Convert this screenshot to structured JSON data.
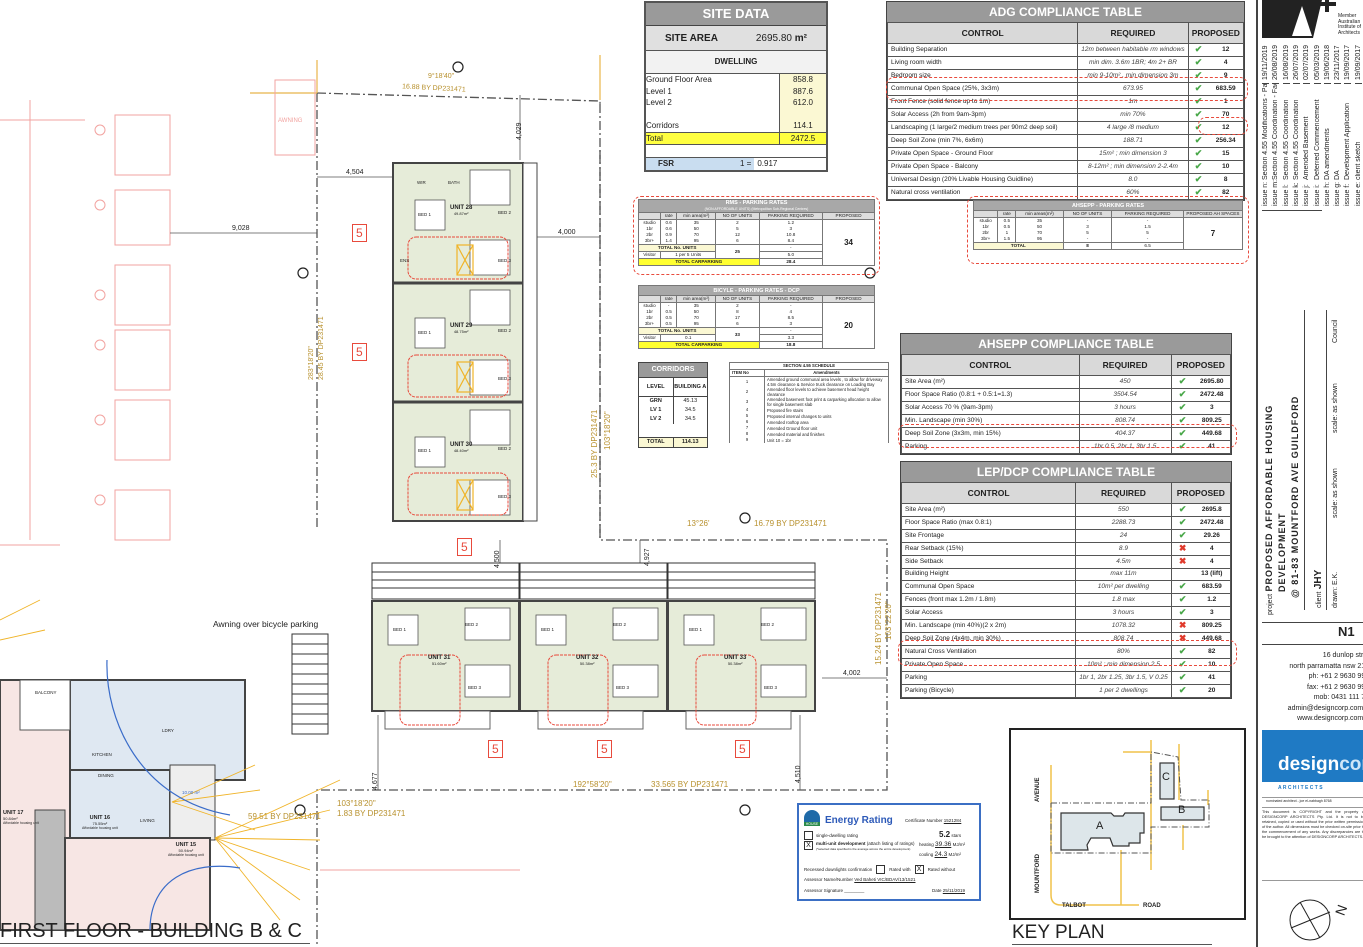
{
  "drawing": {
    "title": "FIRST FLOOR - BUILDING B & C",
    "key_plan_title": "KEY PLAN",
    "annotations": {
      "awning": "Awning over bicycle parking",
      "dim_4504": "4,504",
      "dim_9028": "9,028",
      "dim_4000": "4,000",
      "dim_4029": "4,029",
      "dim_4500": "4,500",
      "dim_4927": "4,927",
      "dim_4002": "4,002",
      "dim_4677": "4,677",
      "dim_4510": "4,510",
      "boundary_top_bearing": "9°18'40\"",
      "boundary_top": "16.88 BY DP231471",
      "boundary_left_bearing": "283°18'20\"",
      "boundary_left": "28.45 BY DP231471",
      "boundary_mid_len": "25.3 BY DP231471",
      "boundary_mid_bearing": "103°18'20\"",
      "boundary_h_bearing": "13°26'",
      "boundary_h": "16.79 BY DP231471",
      "boundary_right_len": "15.24 BY DP231471",
      "boundary_right_bearing": "103°22'20\"",
      "boundary_bottom_bearing": "192°58'20\"",
      "boundary_bottom": "33.565 BY DP231471",
      "boundary_bl_bearing": "103°18'20\"",
      "boundary_bl": "1.83 BY DP231471",
      "boundary_lower_left": "59.51 BY DP231471",
      "revision_tag": "5",
      "awning_label": "AWNING"
    },
    "units": [
      {
        "name": "UNIT 28",
        "area": "49.87m²"
      },
      {
        "name": "UNIT 29",
        "area": "48.75m²"
      },
      {
        "name": "UNIT 30",
        "area": "48.40m²"
      },
      {
        "name": "UNIT 31",
        "area": "51.60m²"
      },
      {
        "name": "UNIT 32",
        "area": "50.38m²"
      },
      {
        "name": "UNIT 33",
        "area": "50.38m²"
      },
      {
        "name": "UNIT 16",
        "area": "75.55m²",
        "note": "Affordable housing unit"
      },
      {
        "name": "UNIT 15",
        "area": "50.94m²",
        "note": "Affordable housing unit"
      },
      {
        "name": "UNIT 17",
        "area": "50.84m²",
        "note": "Affordable housing unit"
      }
    ],
    "rooms": {
      "bed1": "BED 1",
      "bed2": "BED 2",
      "bed3": "BED 3",
      "bath": "BATH",
      "wir": "WIR",
      "ens": "ENS",
      "kitchen": "KITCHEN",
      "dining": "DINING",
      "living": "LIVING",
      "balcony": "BALCONY",
      "lndry": "LDRY",
      "balcony_area": "10.00 m²"
    }
  },
  "site_data": {
    "title": "SITE DATA",
    "site_area_label": "SITE AREA",
    "site_area_value": "2695.80",
    "site_area_unit": "m²",
    "dwelling_label": "DWELLING",
    "rows": [
      {
        "label": "Ground Floor Area",
        "value": "858.8"
      },
      {
        "label": "Level 1",
        "value": "887.6"
      },
      {
        "label": "Level 2",
        "value": "612.0"
      },
      {
        "label": "Corridors",
        "value": "114.1"
      }
    ],
    "total_label": "Total",
    "total_value": "2472.5",
    "fsr_label": "FSR",
    "fsr_prefix": "1 =",
    "fsr_value": "0.917"
  },
  "adg_table": {
    "title": "ADG COMPLIANCE TABLE",
    "headers": [
      "CONTROL",
      "REQUIRED",
      "PROPOSED"
    ],
    "rows": [
      {
        "control": "Building Separation",
        "required": "12m between habitable rm windows",
        "status": "check",
        "proposed": "12"
      },
      {
        "control": "Living room width",
        "required": "min dim. 3.6m 1BR; 4m 2+ BR",
        "status": "check",
        "proposed": "4"
      },
      {
        "control": "Bedroom size",
        "required": "min 9-10m² , min dimension 3m",
        "status": "check",
        "proposed": "9"
      },
      {
        "control": "Communal Open Space (25%, 3x3m)",
        "required": "673.95",
        "status": "check",
        "proposed": "683.59"
      },
      {
        "control": "Front Fence (solid fence up to 1m)",
        "required": "1m",
        "status": "check",
        "proposed": "1"
      },
      {
        "control": "Solar Access (2h from 9am-3pm)",
        "required": "min 70%",
        "status": "check",
        "proposed": "70"
      },
      {
        "control": "Landscaping (1 large/2 medium trees per 90m2 deep soil)",
        "required": "4 large /8 medium",
        "status": "check",
        "proposed": "12"
      },
      {
        "control": "Deep Soil Zone (min 7%, 6x6m)",
        "required": "188.71",
        "status": "check",
        "proposed": "256.34"
      },
      {
        "control": "Private Open Space - Ground Floor",
        "required": "15m² ; min dimension 3",
        "status": "check",
        "proposed": "15"
      },
      {
        "control": "Private Open Space - Balcony",
        "required": "8-12m² ; min dimension 2-2.4m",
        "status": "check",
        "proposed": "10"
      },
      {
        "control": "Universal Design (20% Livable Housing Guidline)",
        "required": "8.0",
        "status": "check",
        "proposed": "8"
      },
      {
        "control": "Natural cross ventilation",
        "required": "60%",
        "status": "check",
        "proposed": "82"
      }
    ]
  },
  "rms_parking": {
    "title": "RMS - PARKING RATES",
    "subtitle": "(NON AFFORDABLE UNITS) (Metropolitan Sub-Regional Centres)",
    "headers": [
      "",
      "rate",
      "min area(m²)",
      "NO OF UNITS",
      "PARKING REQUIRED",
      "PROPOSED"
    ],
    "rows": [
      [
        "studio",
        "0.6",
        "35",
        "2",
        "1.2"
      ],
      [
        "1br",
        "0.6",
        "50",
        "5",
        "3"
      ],
      [
        "2br",
        "0.9",
        "70",
        "12",
        "10.8"
      ],
      [
        "3br+",
        "1.4",
        "95",
        "6",
        "8.4"
      ]
    ],
    "total_units_label": "TOTAL No. UNITS",
    "total_units": "25",
    "visitor_label": "Visitor",
    "visitor_rate": "1 per 5 Units",
    "visitor_required": "5.0",
    "dash": "-",
    "total_label": "TOTAL CARPARKING",
    "total_required": "28.4",
    "proposed": "34"
  },
  "bicycle_parking": {
    "title": "BICYLE - PARKING RATES - DCP",
    "headers": [
      "",
      "rate",
      "min area(m²)",
      "NO OF UNITS",
      "PARKING REQUIRED",
      "PROPOSED"
    ],
    "rows": [
      [
        "studio",
        "-",
        "35",
        "2",
        "-"
      ],
      [
        "1br",
        "0.5",
        "50",
        "8",
        "4"
      ],
      [
        "2br",
        "0.5",
        "70",
        "17",
        "8.5"
      ],
      [
        "3br+",
        "0.5",
        "95",
        "6",
        "3"
      ]
    ],
    "total_units_label": "TOTAL No. UNITS",
    "total_units": "33",
    "visitor_label": "Visitor",
    "visitor_rate": "0.1",
    "visitor_required": "3.3",
    "dash": "-",
    "total_label": "TOTAL CARPARKING",
    "total_required": "18.8",
    "proposed": "20"
  },
  "ahsepp_parking": {
    "title": "AHSEPP - PARKING RATES",
    "headers": [
      "",
      "rate",
      "min areas(m²)",
      "NO OF UNITS",
      "PARKING REQUIRED",
      "PROPOSED AH SPACES"
    ],
    "rows": [
      [
        "studio",
        "0.5",
        "35",
        "-",
        "-"
      ],
      [
        "1br",
        "0.5",
        "50",
        "3",
        "1.5"
      ],
      [
        "2br",
        "1",
        "70",
        "5",
        "5"
      ],
      [
        "3br+",
        "1.5",
        "95",
        "-",
        "-"
      ]
    ],
    "total_label": "TOTAL",
    "total_units": "8",
    "total_required": "6.5",
    "proposed": "7"
  },
  "corridors": {
    "title": "CORRIDORS",
    "headers": [
      "LEVEL",
      "BUILDING A"
    ],
    "rows": [
      [
        "GRN",
        "45.13"
      ],
      [
        "LV 1",
        "34.5"
      ],
      [
        "LV 2",
        "34.5"
      ]
    ],
    "total_label": "TOTAL",
    "total_value": "114.13"
  },
  "section_schedule": {
    "title": "SECTION 4.55 SCHEDULE",
    "headers": [
      "ITEM No",
      "Amendments"
    ],
    "rows": [
      [
        "1",
        "Amended ground communal area levels , to allow for driveway 4.5m clearance & Service truck clearance on Loading Bay"
      ],
      [
        "2",
        "Amended floor levels to achieve basement head height clearance"
      ],
      [
        "3",
        "Amended basement foot print & carparking allocation to allow for single basement slab"
      ],
      [
        "4",
        "Proposed fire stairs"
      ],
      [
        "5",
        "Proposed internal changes to units"
      ],
      [
        "6",
        "Amended rooftop area"
      ],
      [
        "7",
        "Amended Ground floor unit"
      ],
      [
        "8",
        "Amended material and finishes"
      ],
      [
        "9",
        "Unit 10 = 1br"
      ]
    ]
  },
  "ahsepp_table": {
    "title": "AHSEPP COMPLIANCE TABLE",
    "headers": [
      "CONTROL",
      "REQUIRED",
      "PROPOSED"
    ],
    "rows": [
      {
        "control": "Site Area (m²)",
        "required": "450",
        "status": "check",
        "proposed": "2695.80"
      },
      {
        "control": "Floor Space Ratio (0.8:1 + 0.5:1=1.3)",
        "required": "3504.54",
        "status": "check",
        "proposed": "2472.48"
      },
      {
        "control": "Solar Access 70 % (9am-3pm)",
        "required": "3 hours",
        "status": "check",
        "proposed": "3"
      },
      {
        "control": "Min. Landscape (min 30%)",
        "required": "808.74",
        "status": "check",
        "proposed": "809.25"
      },
      {
        "control": "Deep Soil Zone (3x3m, min 15%)",
        "required": "404.37",
        "status": "check",
        "proposed": "449.68"
      },
      {
        "control": "Parking",
        "required": "1br 0.5, 2br 1, 3br 1.5",
        "status": "check",
        "proposed": "41"
      }
    ]
  },
  "lep_table": {
    "title": "LEP/DCP COMPLIANCE TABLE",
    "headers": [
      "CONTROL",
      "REQUIRED",
      "PROPOSED"
    ],
    "rows": [
      {
        "control": "Site Area (m²)",
        "required": "550",
        "status": "check",
        "proposed": "2695.8"
      },
      {
        "control": "Floor Space Ratio (max 0.8:1)",
        "required": "2288.73",
        "status": "check",
        "proposed": "2472.48"
      },
      {
        "control": "Site Frontage",
        "required": "24",
        "status": "check",
        "proposed": "29.26"
      },
      {
        "control": "Rear Setback (15%)",
        "required": "8.9",
        "status": "cross",
        "proposed": "4"
      },
      {
        "control": "Side Setback",
        "required": "4.5m",
        "status": "cross",
        "proposed": "4"
      },
      {
        "control": "Building Height",
        "required": "max 11m",
        "status": "none",
        "proposed": "13 (lift)"
      },
      {
        "control": "Communal Open Space",
        "required": "10m² per dwelling",
        "status": "check",
        "proposed": "683.59"
      },
      {
        "control": "Fences (front max 1.2m / 1.8m)",
        "required": "1.8 max",
        "status": "check",
        "proposed": "1.2"
      },
      {
        "control": "Solar Access",
        "required": "3 hours",
        "status": "check",
        "proposed": "3"
      },
      {
        "control": "Min. Landscape (min 40%)(2 x 2m)",
        "required": "1078.32",
        "status": "cross",
        "proposed": "809.25"
      },
      {
        "control": "Deep Soil Zone (4x4m, min 30%)",
        "required": "808.74",
        "status": "cross",
        "proposed": "449.68"
      },
      {
        "control": "Natural Cross Ventilation",
        "required": "80%",
        "status": "check",
        "proposed": "82"
      },
      {
        "control": "Private Open Space",
        "required": "10m² ; min dimension 2.5",
        "status": "check",
        "proposed": "10"
      },
      {
        "control": "Parking",
        "required": "1br 1, 2br 1.25, 3br 1.5, V 0.25",
        "status": "check",
        "proposed": "41"
      },
      {
        "control": "Parking (Bicycle)",
        "required": "1 per 2 dwellings",
        "status": "check",
        "proposed": "20"
      }
    ]
  },
  "energy_rating": {
    "title": "Energy Rating",
    "logo_text": "HOUSE",
    "cert_label": "Certificate Number",
    "cert_value": "1521284",
    "single_label": "single-dwelling rating",
    "multi_label": "multi-unit development",
    "multi_note": "(attach listing of ratings)",
    "multi_sub": "(*selected data specified is the average across the entire development)",
    "stars_value": "5.2",
    "stars_unit": "stars",
    "heating_label": "heating",
    "heating_value": "39.36",
    "cooling_label": "cooling",
    "cooling_value": "24.3",
    "unit": "MJ/m²",
    "downlight_label": "Recessed downlights confirmation",
    "rated_with": "Rated with",
    "rated_without": "Rated without",
    "assessor_label": "Assessor Name/Number",
    "assessor_value": "Ved Baheti VIC/BDAV/13/1521",
    "signature_label": "Assessor Signature",
    "date_label": "Date",
    "date_value": "25/11/2019",
    "x_mark": "X"
  },
  "key_plan": {
    "streets": {
      "avenue": "AVENUE",
      "mountford": "MOUNTFORD",
      "talbot": "TALBOT",
      "road": "ROAD"
    },
    "buildings": [
      "A",
      "B",
      "C"
    ]
  },
  "title_block": {
    "member_text": [
      "Member",
      "Australian",
      "Institute of",
      "Architects"
    ],
    "issues": [
      {
        "issue": "issue n:",
        "desc": "Section 4.55 Modifications - Parking",
        "date": "19/11/2019"
      },
      {
        "issue": "issue m:",
        "desc": "Section 4.55 Coordination - Facade",
        "date": "26/08/2019"
      },
      {
        "issue": "issue l:",
        "desc": "Section 4.55 Coordination",
        "date": "16/08/2019"
      },
      {
        "issue": "issue k:",
        "desc": "Section 4.55 Coordination",
        "date": "26/07/2019"
      },
      {
        "issue": "issue j:",
        "desc": "Amended Basement",
        "date": "02/07/2019"
      },
      {
        "issue": "issue i:",
        "desc": "Deferred Commencement",
        "date": "05/03/2019"
      },
      {
        "issue": "issue h:",
        "desc": "DA amendments",
        "date": "19/06/2018"
      },
      {
        "issue": "issue g:",
        "desc": "DA",
        "date": "23/11/2017"
      },
      {
        "issue": "issue f:",
        "desc": "Development Application",
        "date": "19/09/2017"
      },
      {
        "issue": "issue e:",
        "desc": "client sketch",
        "date": "19/09/2017"
      }
    ],
    "project_label": "project",
    "project_line1": "PROPOSED AFFORDABLE HOUSING",
    "project_line2": "DEVELOPMENT",
    "project_line3": "@ 81-83 MOUNTFORD AVE GUILDFORD",
    "client_label": "client",
    "client_value": "JHY",
    "drawn_label": "drawn:",
    "drawn_value": "E.K.",
    "scale_label": "scale:",
    "scale_value": "as shown",
    "scale2_label": "scale:",
    "scale2_value": "as shown",
    "council_label": "Council",
    "drawing_number": "N1",
    "address": [
      "16 dunlop street",
      "north parramatta nsw 2151",
      "ph: +61 2 9630 9900",
      "fax: +61 2 9630 9922",
      "mob: 0431 111 777",
      "admin@designcorp.com.au",
      "www.designcorp.com.au"
    ],
    "logo_design": "design",
    "logo_corp": "corp",
    "logo_sub": "A R C H I T E C T S",
    "nominated": "nominated architect - joe el-nabbagh 8768",
    "copyright": "This document is COPYRIGHT and the property of DESIGNCORP ARCHITECTS Pty. Ltd. It is not to be retained, copied or used without the prior written permission of the author. All dimensions must be checked on-site prior to the commencement of any works. Any discrepancies are to be brought to the attention of DESIGNCORP ARCHITECTS.",
    "north": "N",
    "brand_color": "#1f7ac4"
  }
}
